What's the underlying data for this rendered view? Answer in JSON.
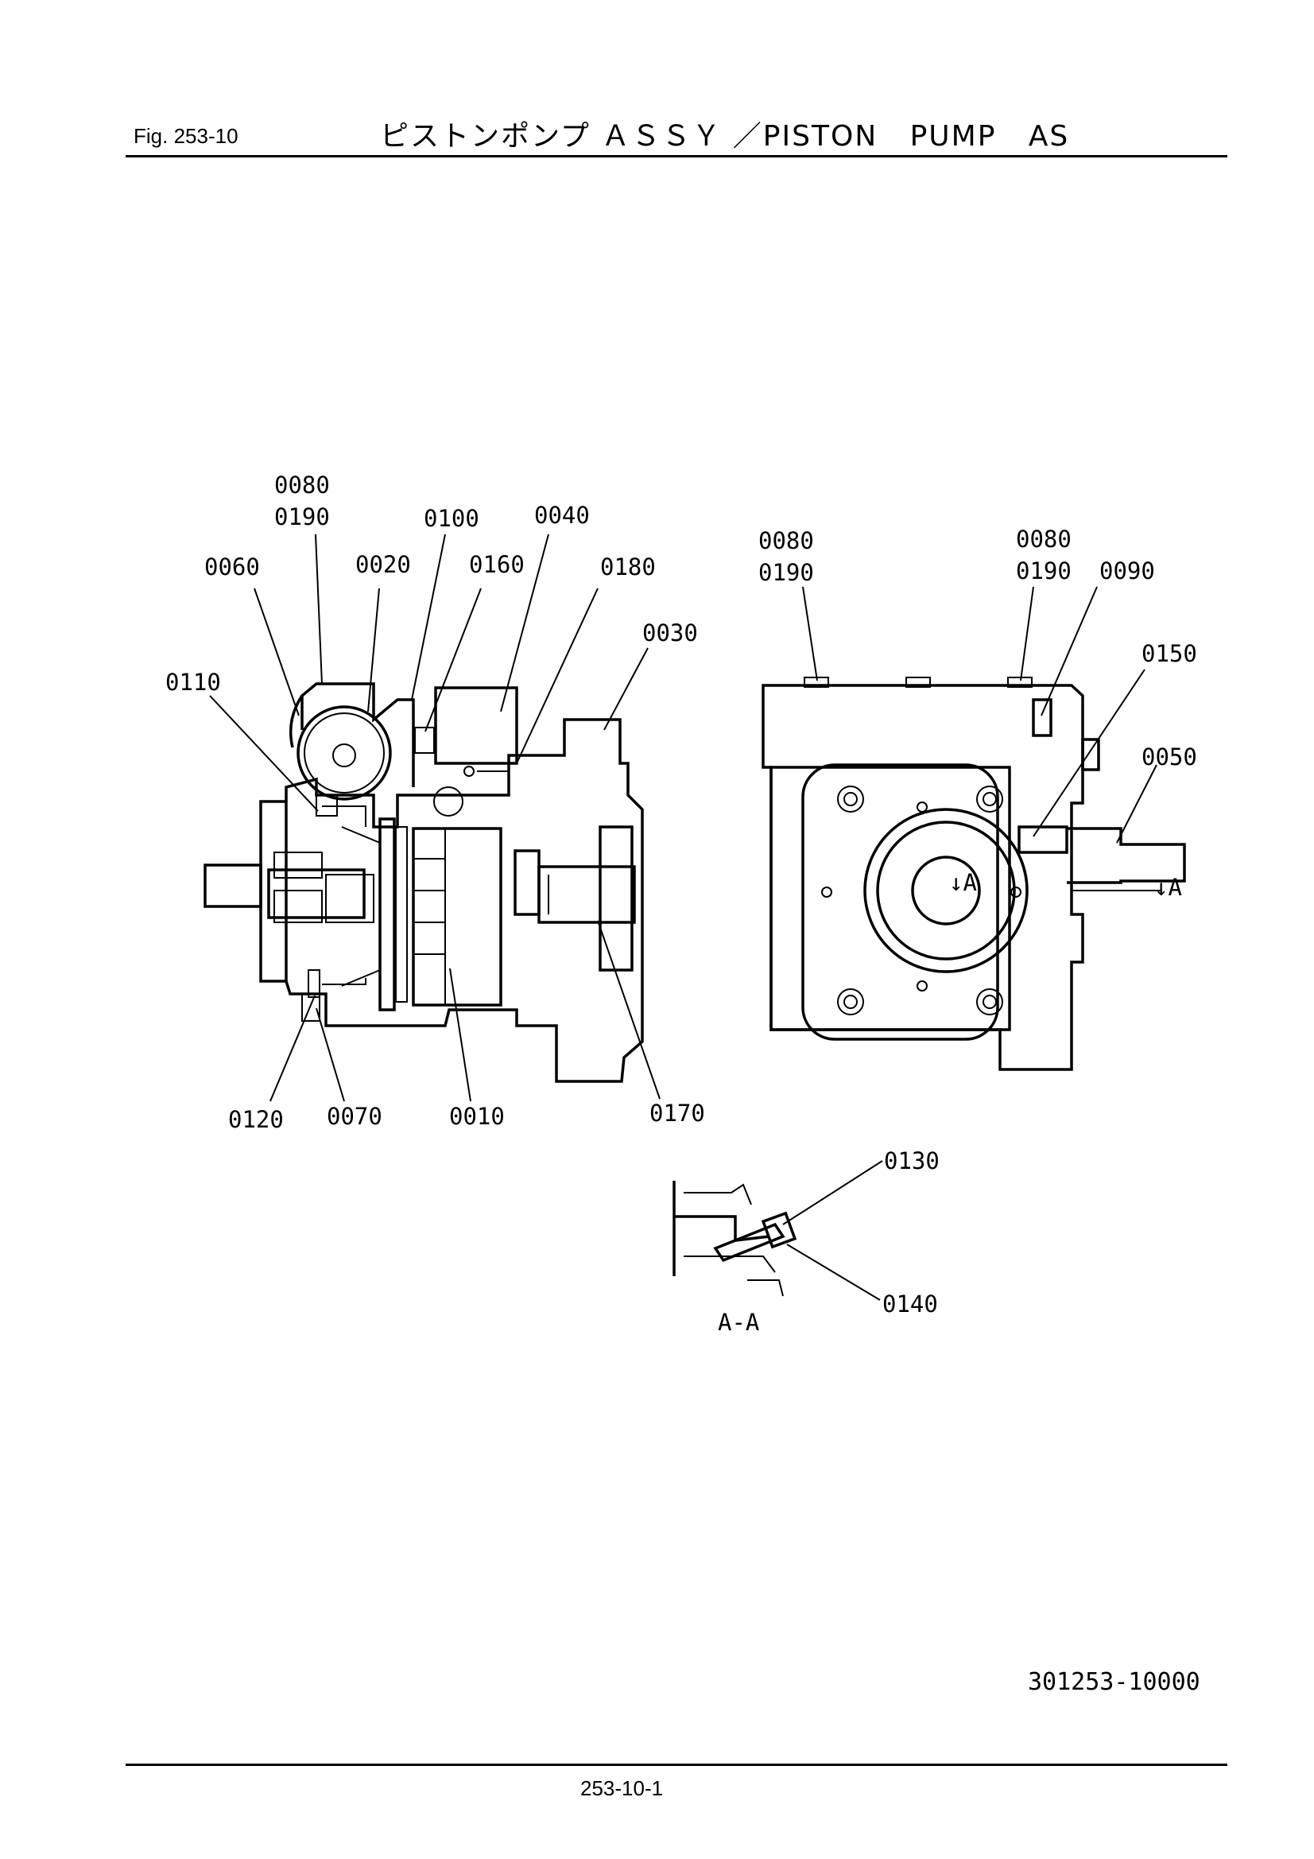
{
  "header": {
    "fig": "Fig.  253-10",
    "title": "ピストンポンプ ＡＳＳＹ ／PISTON   PUMP   AS"
  },
  "callouts": {
    "c0080a": "0080",
    "c0190a": "0190",
    "c0100": "0100",
    "c0040": "0040",
    "c0060": "0060",
    "c0020": "0020",
    "c0160": "0160",
    "c0180": "0180",
    "c0030": "0030",
    "c0110": "0110",
    "c0120": "0120",
    "c0070": "0070",
    "c0010": "0010",
    "c0170": "0170",
    "c0080b": "0080",
    "c0190b": "0190",
    "c0080c": "0080",
    "c0190c": "0190",
    "c0090": "0090",
    "c0150": "0150",
    "c0050": "0050",
    "c0130": "0130",
    "c0140": "0140"
  },
  "section_marks": {
    "a1": "↓A",
    "a2": "↓A",
    "section_label": "A-A"
  },
  "footer": {
    "drawing_no": "301253-10000",
    "page_no": "253-10-1"
  }
}
